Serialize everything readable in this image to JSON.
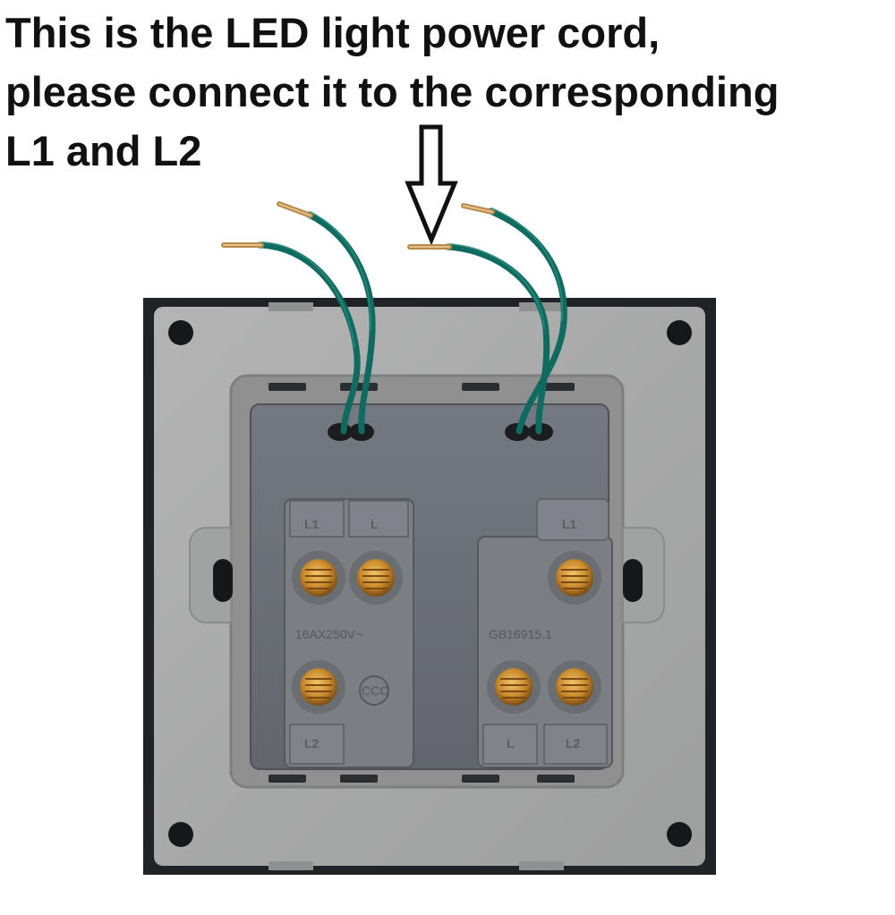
{
  "caption": {
    "line1": "This is the LED light power cord,",
    "line2": "please connect it to the corresponding",
    "line3": "L1 and L2"
  },
  "switch": {
    "left_module": {
      "top_labels": [
        "L1",
        "L"
      ],
      "bottom_label": "L2",
      "rating_text": "16AX250V~",
      "cert_mark": "CCC"
    },
    "right_module": {
      "top_label": "L1",
      "bottom_labels": [
        "L",
        "L2"
      ],
      "standard_text": "GB16915.1"
    }
  },
  "colors": {
    "frame": "#1f2328",
    "plate": "#a9aaaa",
    "module": "#6f7378",
    "terminal": "#7b7f84",
    "wire": "#0f6a5f",
    "screw": "#c88a2c"
  }
}
